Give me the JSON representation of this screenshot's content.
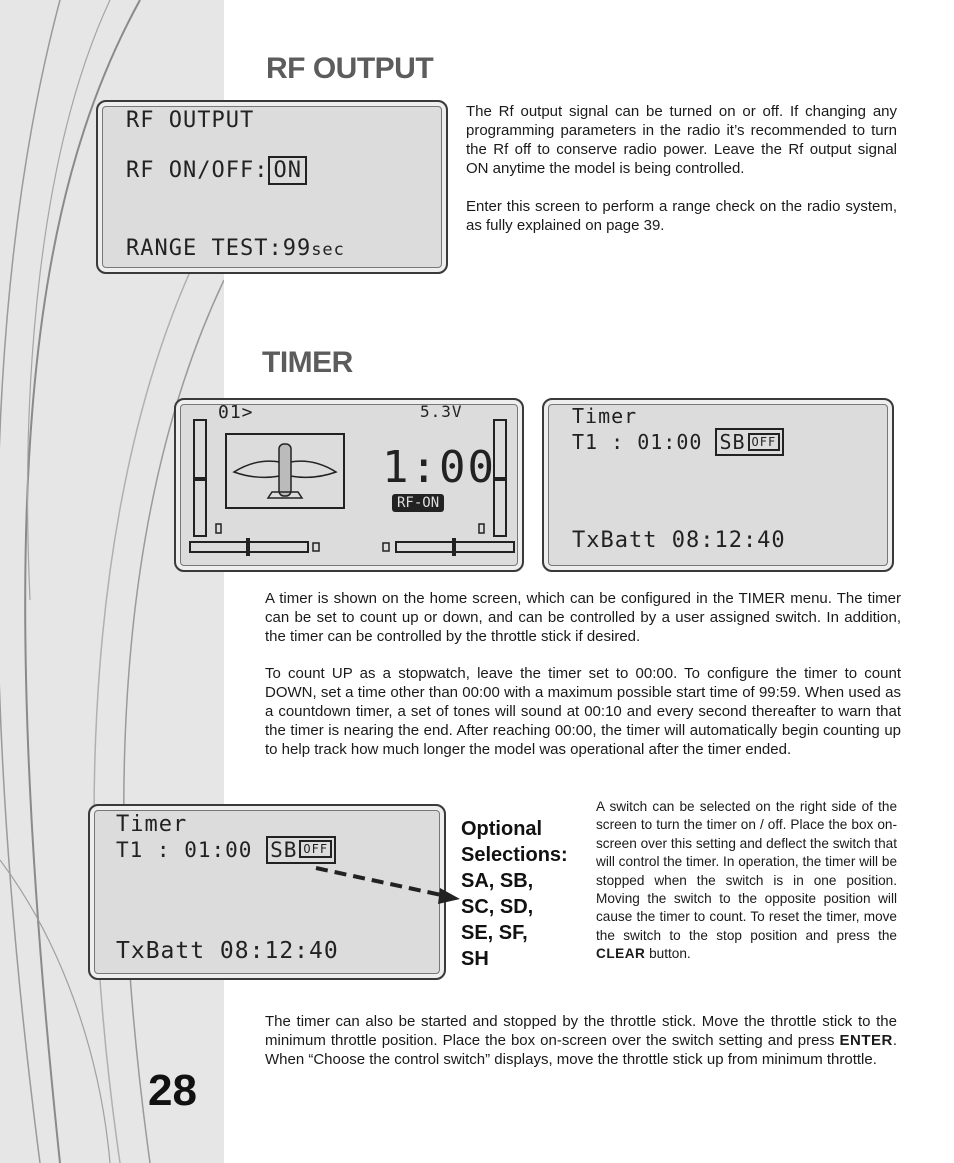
{
  "page_number": "28",
  "rf_section": {
    "heading": "RF OUTPUT",
    "screen": {
      "title": "RF OUTPUT",
      "onoff_label": "RF ON/OFF:",
      "onoff_value": "ON",
      "range_label": "RANGE TEST:99",
      "range_unit": "sec"
    },
    "para1": "The Rf output signal can be turned on or off. If changing any programming parameters in the radio it’s recommended to turn the Rf off to conserve radio power. Leave the Rf output signal ON anytime the model is being controlled.",
    "para2": "Enter this screen to perform a range check on the radio system, as fully explained on page 39."
  },
  "timer_section": {
    "heading": "TIMER",
    "home_screen": {
      "model": "01>",
      "voltage": "5.3V",
      "timer": "1:00",
      "rf_badge": "RF-ON"
    },
    "timer_screen": {
      "title": "Timer",
      "t1_line": "T1 : 01:00 ",
      "switch": "SB",
      "switch_state": "OFF",
      "batt_line": "TxBatt 08:12:40"
    },
    "para1": "A timer is shown on the home screen, which can be configured in the TIMER menu. The timer can be set to count up or down, and can be controlled by a user assigned switch. In addition, the timer can be controlled by the throttle stick if desired.",
    "para2": "To count UP as a stopwatch, leave the timer set to 00:00. To configure the timer to count DOWN, set a time other than 00:00 with a maximum possible start time of 99:59. When used as a countdown timer, a set of tones will sound at 00:10 and every second thereafter to warn that the timer is nearing the end. After reaching 00:00, the timer will automatically begin counting up to help track how much longer the model was operational after the timer ended.",
    "optional_lines": [
      "Optional",
      "Selections:",
      "SA, SB,",
      "SC, SD,",
      "SE, SF,",
      "SH"
    ],
    "switch_para_before": "A switch can be selected on the right side of the screen to turn the timer on / off. Place the box on-screen over this setting and deflect the switch that will control the timer. In operation, the timer will be stopped when the switch is in one position. Moving the switch to the opposite position will cause the timer to count. To reset the timer, move the switch to the stop position and press the ",
    "switch_para_bold": "CLEAR",
    "switch_para_after": " button.",
    "throttle_para_before": "The timer can also be started and stopped by the throttle stick. Move the throttle stick to the minimum throttle position. Place the box on-screen over the switch setting and press ",
    "throttle_para_bold": "ENTER",
    "throttle_para_after": ". When “Choose the control switch” displays, move the throttle stick up from minimum throttle."
  },
  "colors": {
    "heading": "#5c5c5c",
    "sidebar": "#e6e6e6",
    "lcd": "#dcdcdc"
  }
}
